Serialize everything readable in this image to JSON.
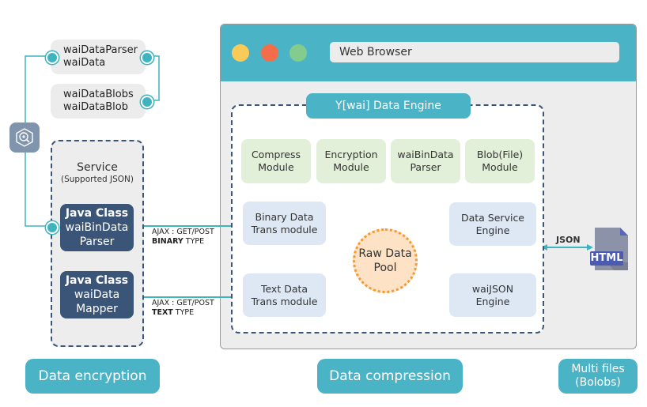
{
  "left_panel": {
    "lib_box_1": {
      "line1": "waiDataParser",
      "line2": "waiData"
    },
    "lib_box_2": {
      "line1": "waiDataBlobs",
      "line2": "waiDataBlob"
    },
    "service": {
      "title": "Service",
      "subtitle": "(Supported JSON)",
      "java_classes": [
        {
          "line1": "Java Class",
          "line2": "waiBinData",
          "line3": "Parser"
        },
        {
          "line1": "Java Class",
          "line2": "waiData",
          "line3": "Mapper"
        }
      ]
    },
    "icon": "search-cube-icon"
  },
  "ajax_labels": [
    {
      "line1": "AJAX : GET/POST",
      "bold": "BINARY",
      "rest": " TYPE"
    },
    {
      "line1": "AJAX : GET/POST",
      "bold": "TEXT",
      "rest": " TYPE"
    }
  ],
  "browser": {
    "address_text": "Web Browser",
    "traffic_lights": {
      "yellow": "#fbcb59",
      "red": "#f46d4a",
      "green": "#84cb8e"
    },
    "engine": {
      "title": "Y[wai] Data Engine",
      "modules": [
        {
          "line1": "Compress",
          "line2": "Module"
        },
        {
          "line1": "Encryption",
          "line2": "Module"
        },
        {
          "line1": "waiBinData",
          "line2": "Parser"
        },
        {
          "line1": "Blob(File)",
          "line2": "Module"
        }
      ],
      "binary_trans": {
        "line1": "Binary Data",
        "line2": "Trans module"
      },
      "text_trans": {
        "line1": "Text Data",
        "line2": "Trans module"
      },
      "data_service": {
        "line1": "Data Service",
        "line2": "Engine"
      },
      "json_engine": {
        "line1": "waiJSON",
        "line2": "Engine"
      },
      "pool": {
        "line1": "Raw Data",
        "line2": "Pool"
      }
    },
    "json_label": "JSON",
    "html_file_label": "HTML"
  },
  "footer": {
    "encryption": "Data encryption",
    "compression": "Data compression",
    "multi_files": {
      "line1": "Multi files",
      "line2": "(Bolobs)"
    }
  },
  "colors": {
    "teal": "#4bb3c6",
    "navy": "#3a5578",
    "connector": "#3fb4be",
    "pool_border": "#f39a2f"
  }
}
